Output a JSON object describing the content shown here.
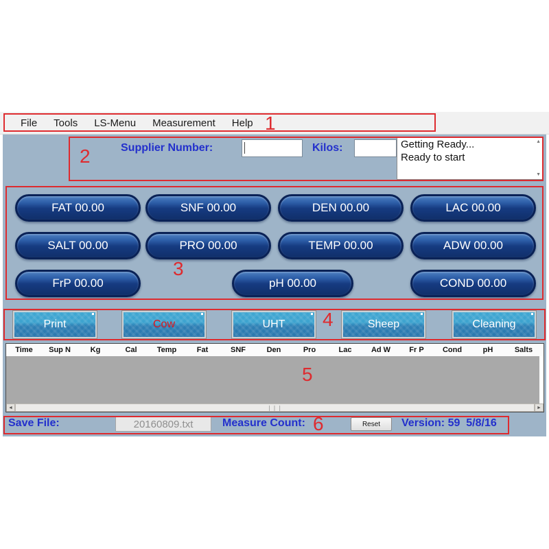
{
  "menu": {
    "items": [
      {
        "label": "File"
      },
      {
        "label": "Tools"
      },
      {
        "label": "LS-Menu"
      },
      {
        "label": "Measurement"
      },
      {
        "label": "Help"
      }
    ]
  },
  "supplier_panel": {
    "supplier_label": "Supplier Number:",
    "supplier_value": "",
    "kilos_label": "Kilos:",
    "kilos_value": "",
    "status_lines": [
      "Getting Ready...",
      "Ready to start"
    ]
  },
  "measure_buttons": [
    {
      "label": "FAT 00.00"
    },
    {
      "label": "SNF 00.00"
    },
    {
      "label": "DEN 00.00"
    },
    {
      "label": "LAC 00.00"
    },
    {
      "label": "SALT 00.00"
    },
    {
      "label": "PRO 00.00"
    },
    {
      "label": "TEMP 00.00"
    },
    {
      "label": "ADW 00.00"
    },
    {
      "label": "FrP 00.00"
    },
    {
      "label": "pH 00.00"
    },
    {
      "label": "COND 00.00"
    }
  ],
  "action_buttons": [
    {
      "label": "Print",
      "color": "#ffffff"
    },
    {
      "label": "Cow",
      "color": "#e0161c"
    },
    {
      "label": "UHT",
      "color": "#ffffff"
    },
    {
      "label": "Sheep",
      "color": "#ffffff"
    },
    {
      "label": "Cleaning",
      "color": "#ffffff"
    }
  ],
  "table": {
    "columns": [
      "Time",
      "Sup N",
      "Kg",
      "Cal",
      "Temp",
      "Fat",
      "SNF",
      "Den",
      "Pro",
      "Lac",
      "Ad W",
      "Fr P",
      "Cond",
      "pH",
      "Salts"
    ],
    "rows": []
  },
  "scrollbar_icons": {
    "left": "◄",
    "right": "►",
    "up": "▲",
    "down": "▼",
    "grip": "❘❘❘"
  },
  "footer": {
    "save_file_label": "Save File:",
    "file_value": "20160809.txt",
    "measure_count_label": "Measure Count:",
    "reset_label": "Reset",
    "version_text": "Version: 59  5/8/16"
  },
  "annotations": {
    "color": "#de2b2f",
    "labels": [
      "1",
      "2",
      "3",
      "4",
      "5",
      "6"
    ]
  },
  "colors": {
    "background_blue_gray": "#9eb4c8",
    "label_blue": "#2330cc",
    "pill_navy": "#143a80",
    "action_blue": "#3398c6",
    "table_body_gray": "#a9a9a9",
    "menu_bg": "#f1f1f1",
    "annotation_red": "#de2b2f"
  }
}
